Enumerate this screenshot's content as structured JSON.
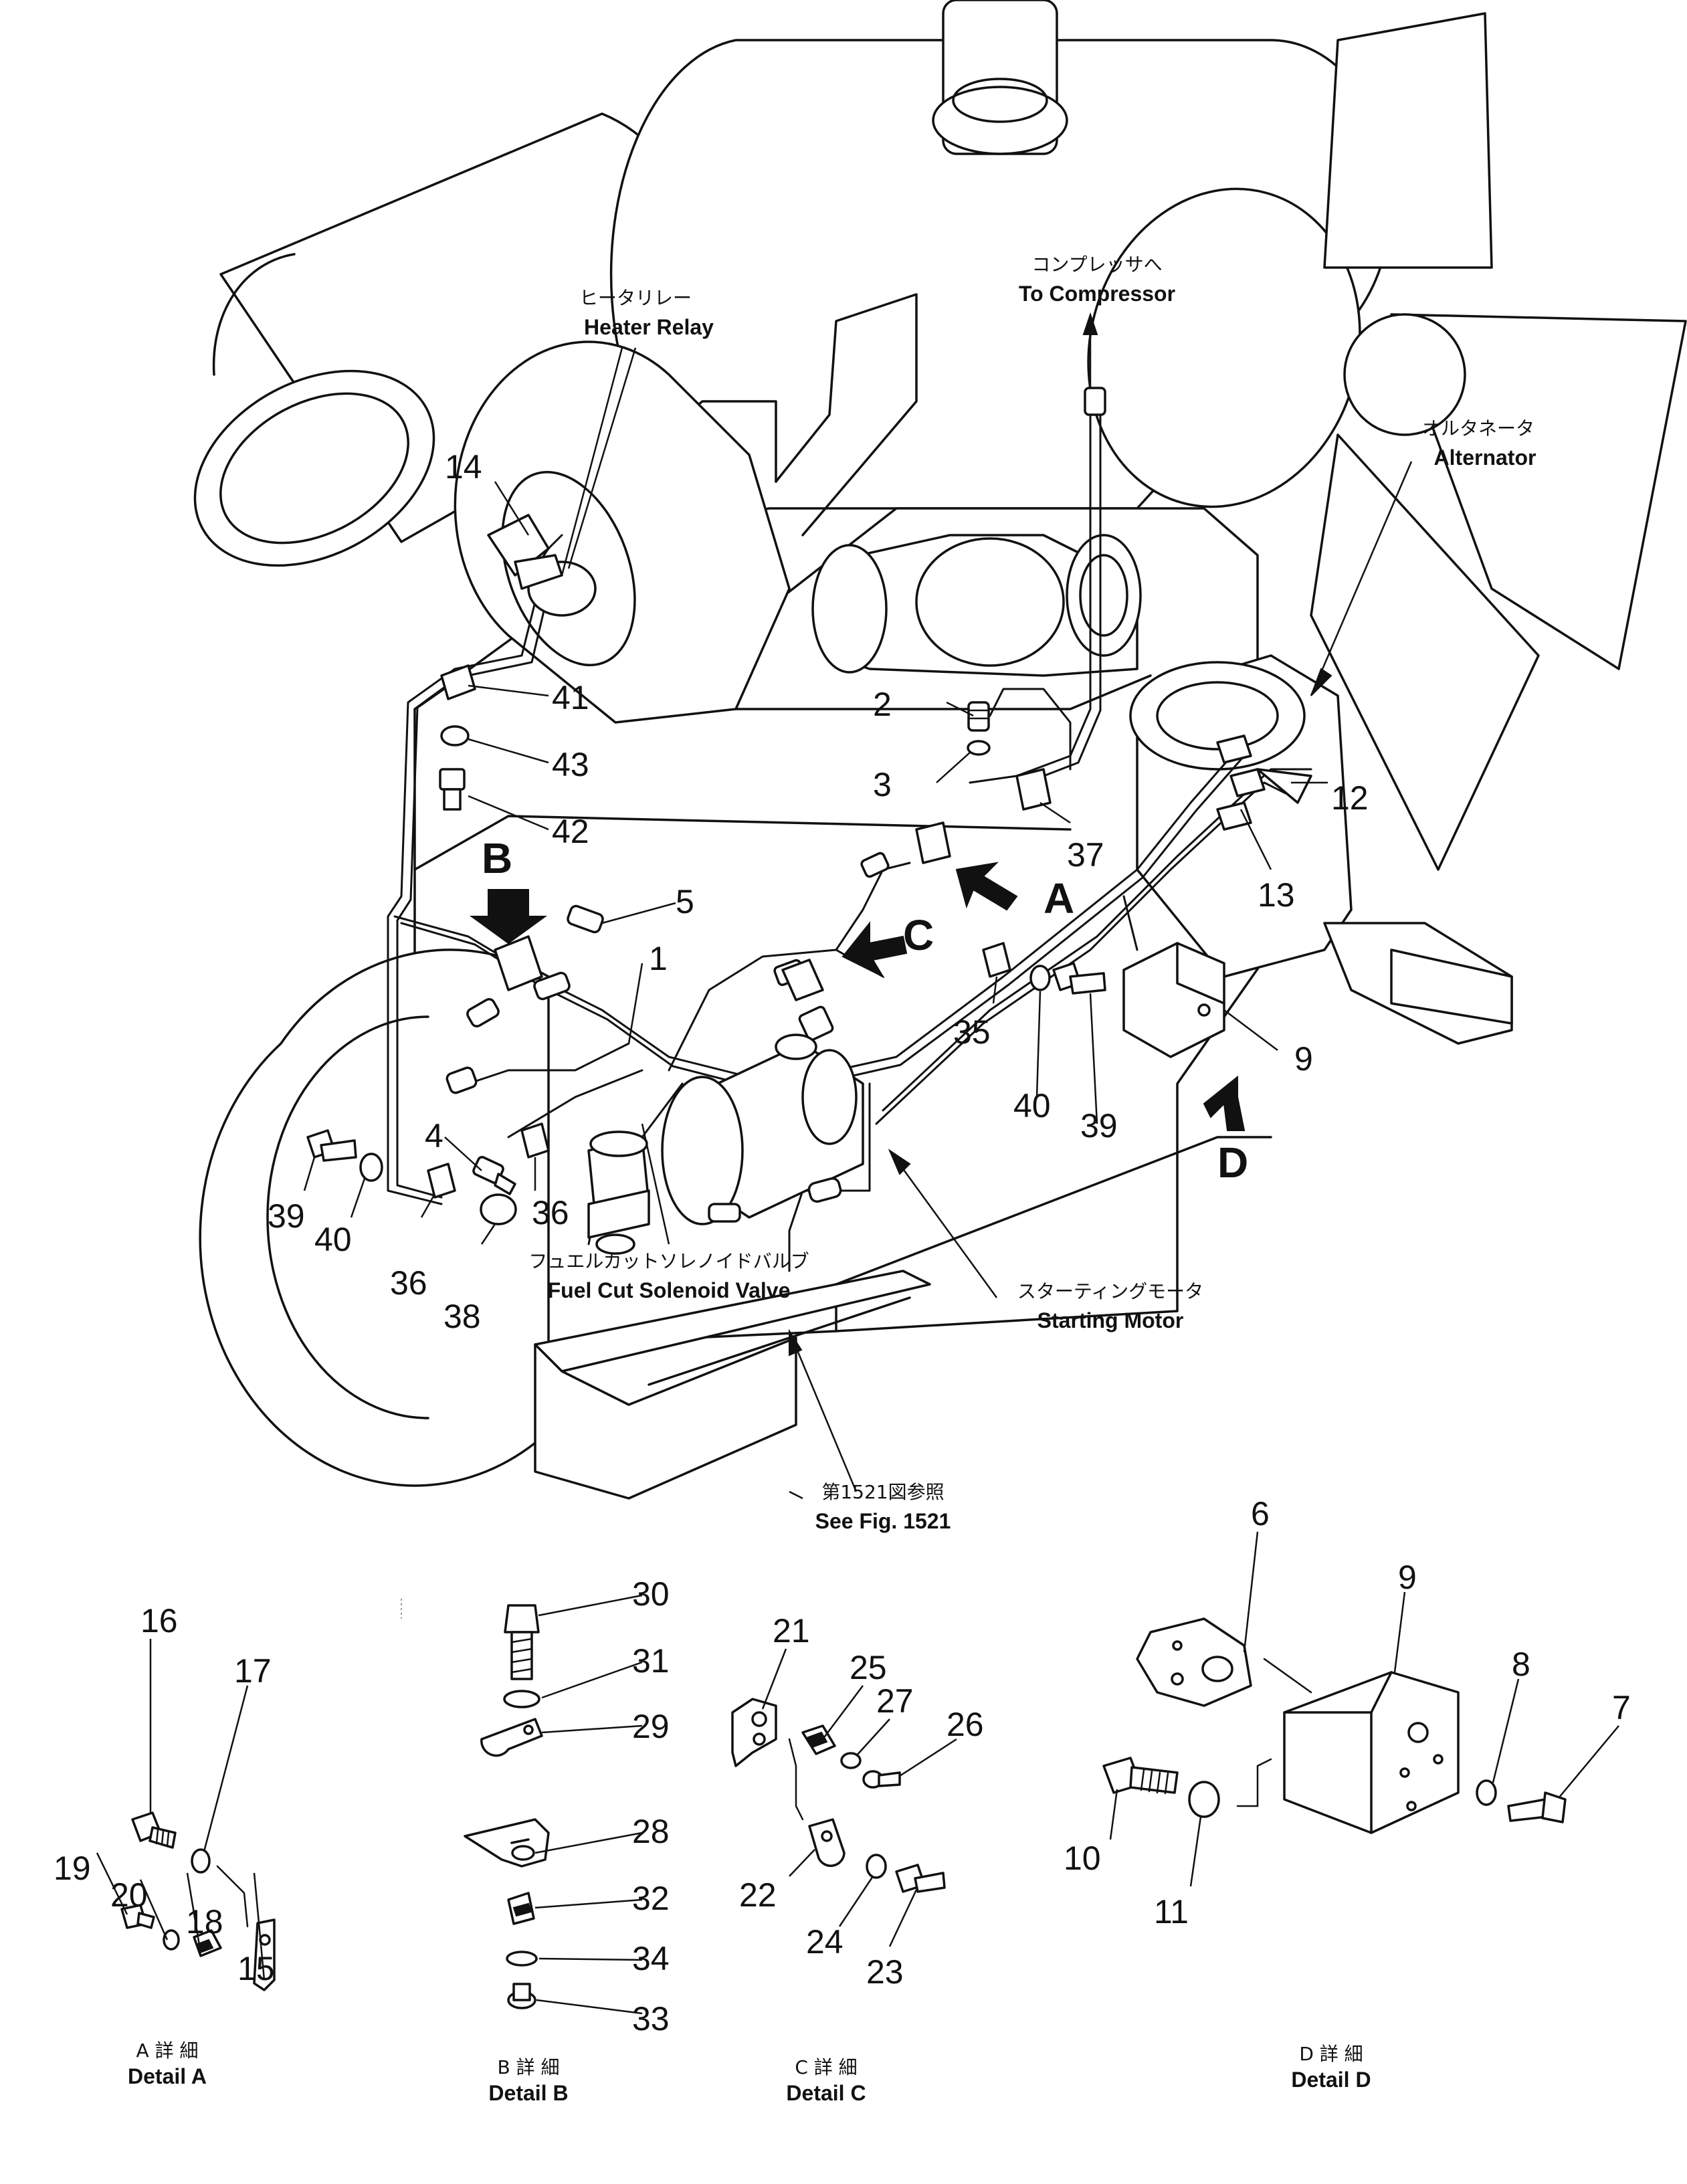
{
  "labels": {
    "heater_relay_jp": "ヒータリレー",
    "heater_relay_en": "Heater Relay",
    "compressor_jp": "コンプレッサへ",
    "compressor_en": "To Compressor",
    "alternator_jp": "オルタネータ",
    "alternator_en": "Alternator",
    "fuel_cut_jp": "フュエルカットソレノイドバルブ",
    "fuel_cut_en": "Fuel Cut Solenoid Valve",
    "starting_motor_jp": "スターティングモータ",
    "starting_motor_en": "Starting Motor",
    "see_fig_jp": "第1521図参照",
    "see_fig_en": "See Fig. 1521"
  },
  "view_letters": {
    "a": "A",
    "b": "B",
    "c": "C",
    "d": "D"
  },
  "main_callouts": {
    "p1": "1",
    "p2": "2",
    "p3": "3",
    "p4": "4",
    "p5": "5",
    "p9": "9",
    "p12": "12",
    "p13": "13",
    "p14": "14",
    "p35": "35",
    "p36a": "36",
    "p36b": "36",
    "p37": "37",
    "p38": "38",
    "p39a": "39",
    "p39b": "39",
    "p40a": "40",
    "p40b": "40",
    "p41": "41",
    "p42": "42",
    "p43": "43"
  },
  "detail_a": {
    "title_jp": "A 詳 細",
    "title_en": "Detail A",
    "callouts": {
      "p15": "15",
      "p16": "16",
      "p17": "17",
      "p18": "18",
      "p19": "19",
      "p20": "20"
    }
  },
  "detail_b": {
    "title_jp": "B 詳 細",
    "title_en": "Detail B",
    "callouts": {
      "p28": "28",
      "p29": "29",
      "p30": "30",
      "p31": "31",
      "p32": "32",
      "p33": "33",
      "p34": "34"
    }
  },
  "detail_c": {
    "title_jp": "C 詳 細",
    "title_en": "Detail C",
    "callouts": {
      "p21": "21",
      "p22": "22",
      "p23": "23",
      "p24": "24",
      "p25": "25",
      "p26": "26",
      "p27": "27"
    }
  },
  "detail_d": {
    "title_jp": "D 詳 細",
    "title_en": "Detail D",
    "callouts": {
      "p6": "6",
      "p7": "7",
      "p8": "8",
      "p9": "9",
      "p10": "10",
      "p11": "11"
    }
  }
}
